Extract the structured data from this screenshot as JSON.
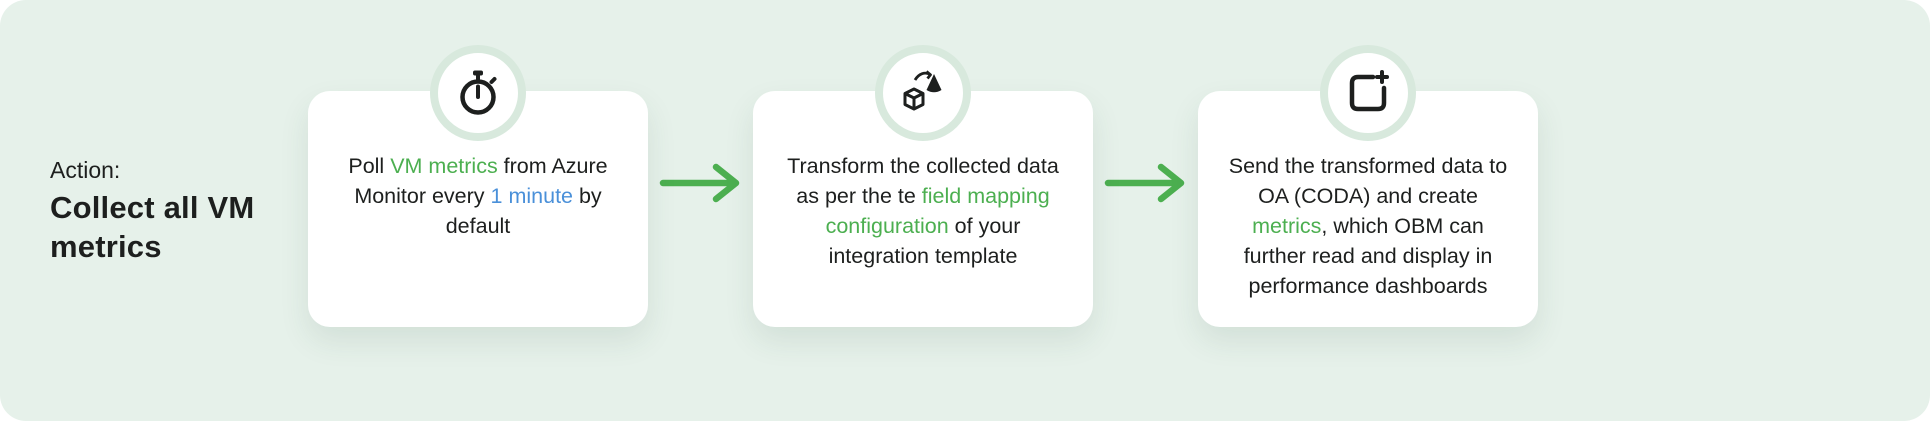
{
  "colors": {
    "background": "#e6f1ea",
    "card": "#ffffff",
    "text_dark": "#1d1f1e",
    "green": "#4caf50",
    "blue": "#4a90d9",
    "arrow": "#4caf50",
    "icon": "#1d1f1e",
    "ring": "#d8e9dd"
  },
  "header": {
    "kicker": "Action:",
    "title": "Collect all VM metrics"
  },
  "cards": [
    {
      "icon": "stopwatch-icon",
      "segments": [
        {
          "text": "Poll ",
          "style": "dark"
        },
        {
          "text": "VM metrics",
          "style": "green"
        },
        {
          "text": " from Azure Monitor every ",
          "style": "dark"
        },
        {
          "text": "1 minute",
          "style": "blue"
        },
        {
          "text": " by default",
          "style": "dark"
        }
      ]
    },
    {
      "icon": "transform-icon",
      "segments": [
        {
          "text": "Transform the collected data as per the te ",
          "style": "dark"
        },
        {
          "text": "field mapping configuration",
          "style": "green"
        },
        {
          "text": " of your integration template",
          "style": "dark"
        }
      ]
    },
    {
      "icon": "create-export-icon",
      "segments": [
        {
          "text": "Send the transformed data to OA (CODA) and create ",
          "style": "dark"
        },
        {
          "text": "metrics",
          "style": "green"
        },
        {
          "text": ", which OBM can further read and display in performance dashboards",
          "style": "dark"
        }
      ]
    }
  ]
}
